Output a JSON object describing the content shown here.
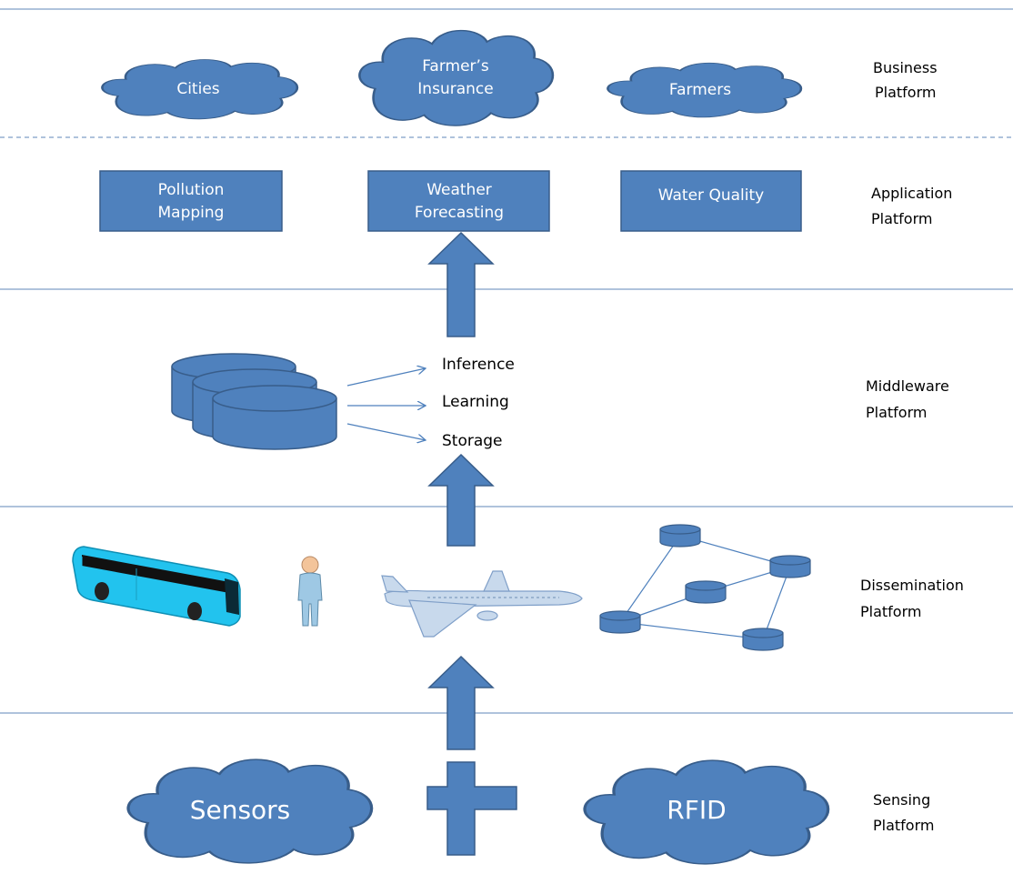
{
  "layers": {
    "business": [
      "Business",
      "Platform"
    ],
    "application": [
      "Application",
      "Platform"
    ],
    "middleware": [
      "Middleware",
      "Platform"
    ],
    "dissemination": [
      "Dissemination",
      "Platform"
    ],
    "sensing": [
      "Sensing",
      "Platform"
    ]
  },
  "business_clouds": {
    "cities": "Cities",
    "insurance": [
      "Farmer’s",
      "Insurance"
    ],
    "farmers": "Farmers"
  },
  "apps": {
    "pollution": [
      "Pollution",
      "Mapping"
    ],
    "weather": [
      "Weather",
      "Forecasting"
    ],
    "water": "Water Quality"
  },
  "middleware_functions": [
    "Inference",
    "Learning",
    "Storage"
  ],
  "sensing_clouds": {
    "sensors": "Sensors",
    "rfid": "RFID"
  },
  "icons": [
    "bus-icon",
    "person-icon",
    "airplane-icon",
    "network-icon",
    "database-icon",
    "cloud-icon",
    "plus-icon",
    "arrow-up-icon"
  ],
  "colors": {
    "shape_fill": "#4f81bd",
    "shape_stroke": "#385d8a",
    "divider": "#7f9fc8",
    "bus": "#22c3ee"
  }
}
